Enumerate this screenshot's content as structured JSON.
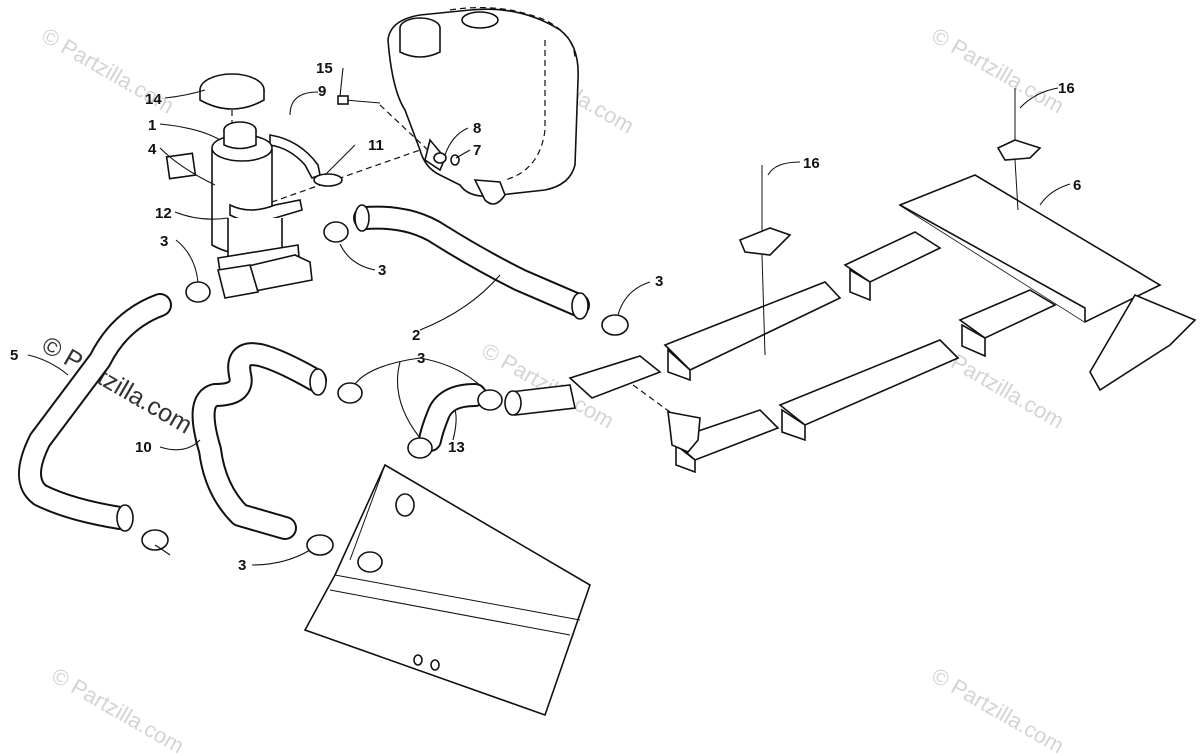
{
  "watermark": {
    "text": "© Partzilla.com",
    "short_text": "© Partzilla.com"
  },
  "callouts": {
    "c1": "1",
    "c2": "2",
    "c3a": "3",
    "c3b": "3",
    "c3c": "3",
    "c3d": "3",
    "c3e": "3",
    "c4": "4",
    "c5": "5",
    "c6": "6",
    "c7": "7",
    "c8": "8",
    "c9": "9",
    "c10": "10",
    "c11": "11",
    "c12": "12",
    "c13": "13",
    "c14": "14",
    "c15": "15",
    "c16a": "16",
    "c16b": "16"
  }
}
